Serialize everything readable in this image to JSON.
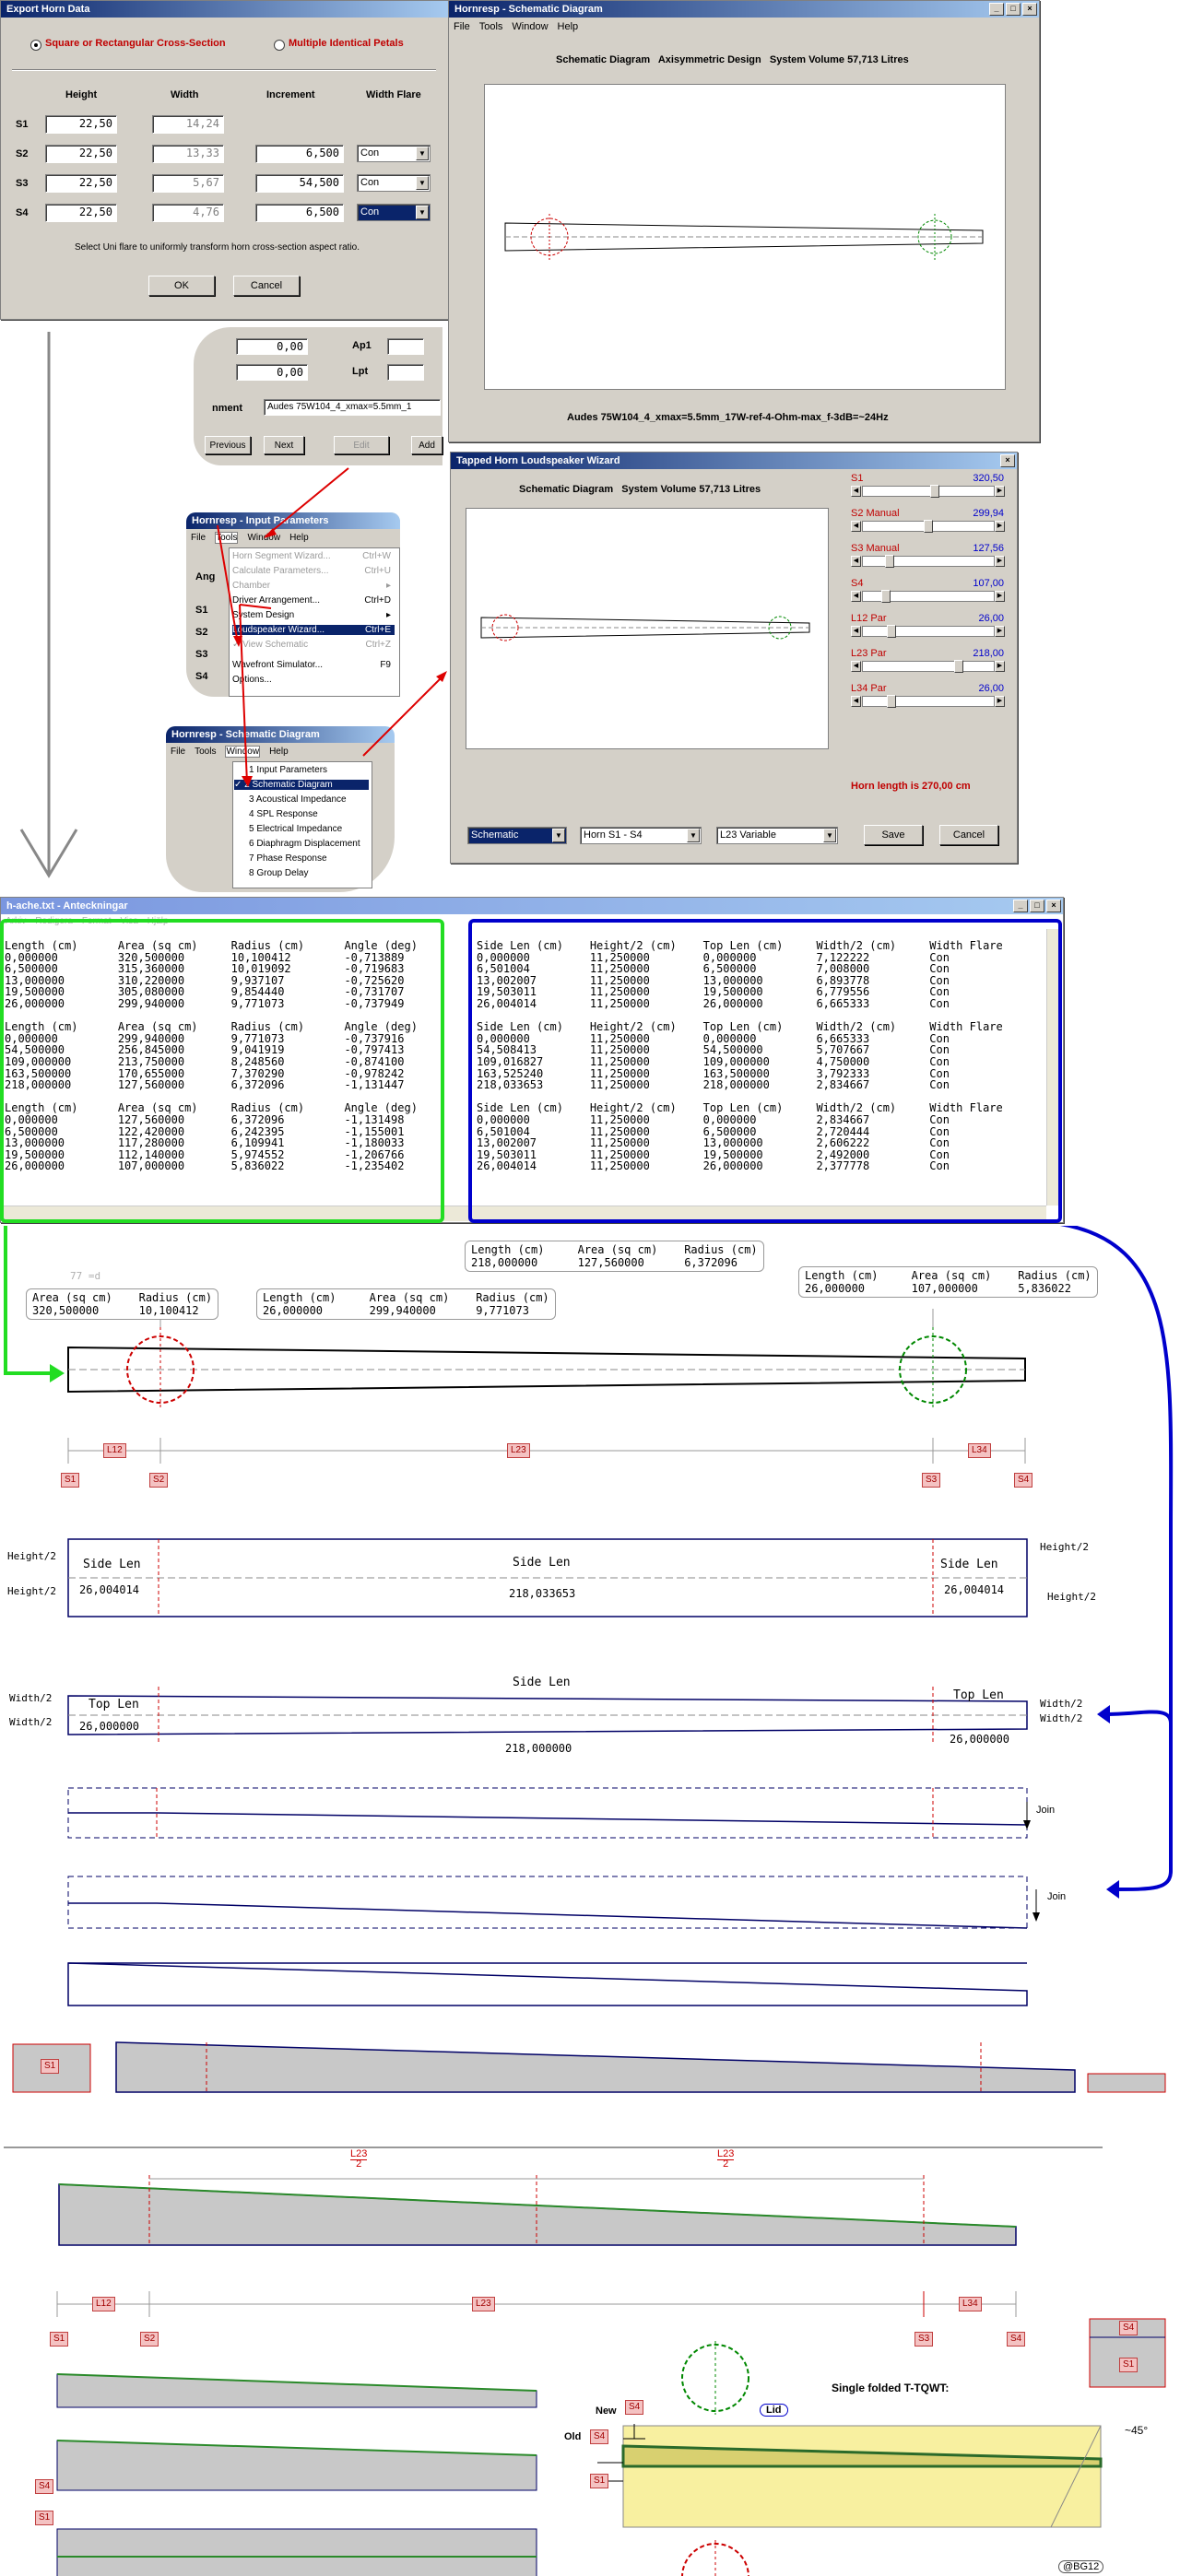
{
  "export_dialog": {
    "title": "Export Horn Data",
    "radio_square": "Square or Rectangular Cross-Section",
    "radio_petals": "Multiple Identical Petals",
    "headers": [
      "Height",
      "Width",
      "Increment",
      "Width Flare"
    ],
    "rows": [
      {
        "label": "S1",
        "height": "22,50",
        "width": "14,24",
        "increment": "",
        "flare": ""
      },
      {
        "label": "S2",
        "height": "22,50",
        "width": "13,33",
        "increment": "6,500",
        "flare": "Con"
      },
      {
        "label": "S3",
        "height": "22,50",
        "width": "5,67",
        "increment": "54,500",
        "flare": "Con"
      },
      {
        "label": "S4",
        "height": "22,50",
        "width": "4,76",
        "increment": "6,500",
        "flare": "Con"
      }
    ],
    "hint": "Select Uni flare to uniformly transform horn cross-section aspect ratio.",
    "ok": "OK",
    "cancel": "Cancel"
  },
  "schematic_window": {
    "title": "Hornresp - Schematic Diagram",
    "menu": [
      "File",
      "Tools",
      "Window",
      "Help"
    ],
    "header": "Schematic Diagram   Axisymmetric Design   System Volume 57,713 Litres",
    "footer": "Audes 75W104_4_xmax=5.5mm_17W-ref-4-Ohm-max_f-3dB=~24Hz"
  },
  "input_snippet": {
    "val1": "0,00",
    "val2": "0,00",
    "ap1": "Ap1",
    "lpt": "Lpt",
    "comment_label": "nment",
    "comment_value": "Audes 75W104_4_xmax=5.5mm_1",
    "previous": "Previous",
    "next": "Next",
    "edit": "Edit",
    "add": "Add"
  },
  "input_params_menu": {
    "title": "Hornresp - Input Parameters",
    "menu": [
      "File",
      "Tools",
      "Window",
      "Help"
    ],
    "items": [
      {
        "label": "Horn Segment Wizard...",
        "key": "Ctrl+W",
        "state": "dis"
      },
      {
        "label": "Calculate Parameters...",
        "key": "Ctrl+U",
        "state": "dis"
      },
      {
        "label": "Chamber",
        "key": "",
        "state": "dis"
      },
      {
        "label": "Driver Arrangement...",
        "key": "Ctrl+D",
        "state": ""
      },
      {
        "label": "System Design",
        "key": "",
        "state": ""
      },
      {
        "label": "Loudspeaker Wizard...",
        "key": "Ctrl+E",
        "state": "hi"
      },
      {
        "label": "View Schematic",
        "key": "Ctrl+Z",
        "state": "dis"
      },
      {
        "label": "Wavefront Simulator...",
        "key": "F9",
        "state": ""
      },
      {
        "label": "Options...",
        "key": "",
        "state": ""
      }
    ],
    "side_labels": [
      "Ang",
      "S1",
      "S2",
      "S3",
      "S4"
    ]
  },
  "schematic_menu": {
    "title": "Hornresp - Schematic Diagram",
    "menu": [
      "File",
      "Tools",
      "Window",
      "Help"
    ],
    "items": [
      {
        "label": "1 Input Parameters",
        "state": ""
      },
      {
        "label": "2 Schematic Diagram",
        "state": "hi"
      },
      {
        "label": "3 Acoustical Impedance",
        "state": ""
      },
      {
        "label": "4 SPL Response",
        "state": ""
      },
      {
        "label": "5 Electrical Impedance",
        "state": ""
      },
      {
        "label": "6 Diaphragm Displacement",
        "state": ""
      },
      {
        "label": "7 Phase Response",
        "state": ""
      },
      {
        "label": "8 Group Delay",
        "state": ""
      }
    ]
  },
  "wizard": {
    "title": "Tapped Horn Loudspeaker Wizard",
    "header": "Schematic Diagram   System Volume 57,713 Litres",
    "sliders": [
      {
        "label": "S1",
        "value": "320,50",
        "level": 0.55
      },
      {
        "label": "S2 Manual",
        "value": "299,94",
        "level": 0.5
      },
      {
        "label": "S3 Manual",
        "value": "127,56",
        "level": 0.18
      },
      {
        "label": "S4",
        "value": "107,00",
        "level": 0.15
      },
      {
        "label": "L12 Par",
        "value": "26,00",
        "level": 0.2
      },
      {
        "label": "L23 Par",
        "value": "218,00",
        "level": 0.75
      },
      {
        "label": "L34 Par",
        "value": "26,00",
        "level": 0.2
      }
    ],
    "horn_length": "Horn length is 270,00 cm",
    "select1": "Schematic",
    "select2": "Horn S1 - S4",
    "select3": "L23 Variable",
    "save": "Save",
    "cancel": "Cancel"
  },
  "notepad": {
    "title": "h-ache.txt - Anteckningar",
    "menu": [
      "Arkiv",
      "Redigera",
      "Format",
      "Visa",
      "Hjälp"
    ],
    "left_text": "Length (cm)      Area (sq cm)     Radius (cm)      Angle (deg)\n0,000000         320,500000       10,100412        -0,713889\n6,500000         315,360000       10,019092        -0,719683\n13,000000        310,220000       9,937107         -0,725620\n19,500000        305,080000       9,854440         -0,731707\n26,000000        299,940000       9,771073         -0,737949\n\nLength (cm)      Area (sq cm)     Radius (cm)      Angle (deg)\n0,000000         299,940000       9,771073         -0,737916\n54,500000        256,845000       9,041919         -0,797413\n109,000000       213,750000       8,248560         -0,874100\n163,500000       170,655000       7,370290         -0,978242\n218,000000       127,560000       6,372096         -1,131447\n\nLength (cm)      Area (sq cm)     Radius (cm)      Angle (deg)\n0,000000         127,560000       6,372096         -1,131498\n6,500000         122,420000       6,242395         -1,155001\n13,000000        117,280000       6,109941         -1,180033\n19,500000        112,140000       5,974552         -1,206766\n26,000000        107,000000       5,836022         -1,235402",
    "right_text": "Side Len (cm)    Height/2 (cm)    Top Len (cm)     Width/2 (cm)     Width Flare\n0,000000         11,250000        0,000000         7,122222         Con\n6,501004         11,250000        6,500000         7,008000         Con\n13,002007        11,250000        13,000000        6,893778         Con\n19,503011        11,250000        19,500000        6,779556         Con\n26,004014        11,250000        26,000000        6,665333         Con\n\nSide Len (cm)    Height/2 (cm)    Top Len (cm)     Width/2 (cm)     Width Flare\n0,000000         11,250000        0,000000         6,665333         Con\n54,508413        11,250000        54,500000        5,707667         Con\n109,016827       11,250000        109,000000       4,750000         Con\n163,525240       11,250000        163,500000       3,792333         Con\n218,033653       11,250000        218,000000       2,834667         Con\n\nSide Len (cm)    Height/2 (cm)    Top Len (cm)     Width/2 (cm)     Width Flare\n0,000000         11,250000        0,000000         2,834667         Con\n6,501004         11,250000        6,500000         2,720444         Con\n13,002007        11,250000        13,000000        2,606222         Con\n19,503011        11,250000        19,500000        2,492000         Con\n26,004014        11,250000        26,000000        2,377778         Con"
  },
  "diagram": {
    "note1": "Area (sq cm)    Radius (cm)\n320,500000      10,100412",
    "note2": "Length (cm)     Area (sq cm)    Radius (cm)\n26,000000       299,940000      9,771073",
    "note3": "Length (cm)     Area (sq cm)    Radius (cm)\n218,000000      127,560000      6,372096",
    "note4": "Length (cm)     Area (sq cm)    Radius (cm)\n26,000000       107,000000      5,836022",
    "faint": "77 =d",
    "seg_labels": [
      "S1",
      "S2",
      "S3",
      "S4"
    ],
    "len_labels": [
      "L12",
      "L23",
      "L34"
    ],
    "height_half": "Height/2",
    "width_half": "Width/2",
    "side_len": "Side Len",
    "top_len": "Top Len",
    "side_vals": [
      "26,004014",
      "218,033653",
      "26,004014"
    ],
    "top_vals": [
      "26,000000",
      "218,000000",
      "26,000000"
    ],
    "join": "Join",
    "l23_half": "L23",
    "l23_half_den": "2",
    "fold_title": "Single folded T-TQWT:",
    "new": "New",
    "old": "Old",
    "lid": "Lid",
    "angle": "~45°",
    "credit": "@BG12"
  },
  "colors": {
    "green": "#22dd22",
    "blue": "#0000cc",
    "red": "#dd0000",
    "gray": "#c8c8c8",
    "yellow": "#f8f0a0"
  }
}
